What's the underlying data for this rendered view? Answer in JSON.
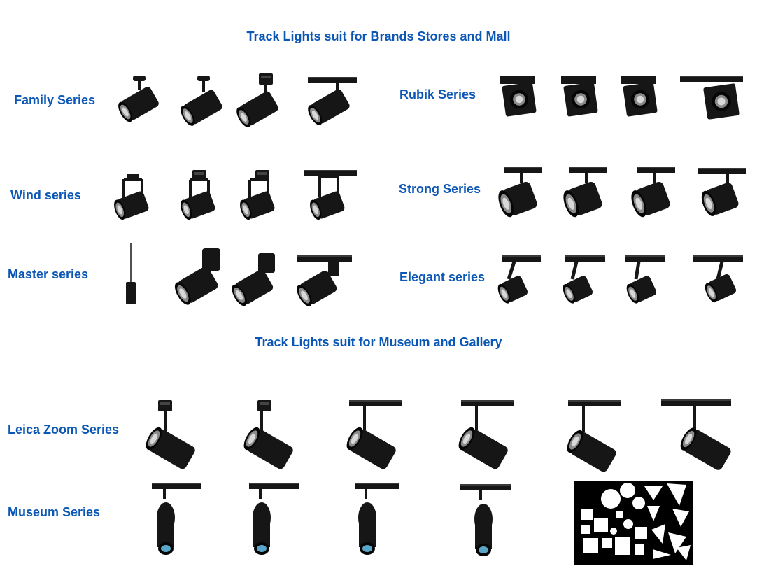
{
  "colors": {
    "heading": "#0b57b5",
    "fixture": "#161616",
    "fixture_dark": "#060606",
    "lens": "#d8d8d8",
    "lens_ring": "#8a8a8a"
  },
  "headings": {
    "retail": "Track Lights suit for Brands Stores and Mall",
    "museum": "Track Lights suit for Museum and Gallery"
  },
  "series": {
    "family": "Family Series",
    "wind": "Wind series",
    "master": "Master series",
    "rubik": "Rubik Series",
    "strong": "Strong Series",
    "elegant": "Elegant series",
    "leica": "Leica Zoom Series",
    "museum": "Museum Series"
  },
  "icons": {
    "product": "track-light-icon",
    "pattern": "geometric-pattern-icon"
  }
}
